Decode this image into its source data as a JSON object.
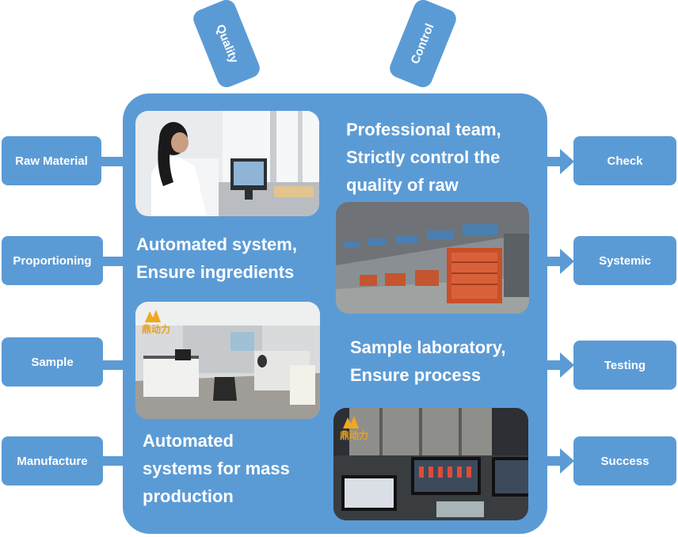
{
  "top_tabs": {
    "left": "Quality",
    "right": "Control"
  },
  "left_items": [
    "Raw Material",
    "Proportioning",
    "Sample",
    "Manufacture"
  ],
  "right_items": [
    "Check",
    "Systemic",
    "Testing",
    "Success"
  ],
  "blocks": {
    "b1": [
      "Professional team,",
      "Strictly control the",
      "quality of raw"
    ],
    "b2": [
      "Automated system,",
      "Ensure ingredients"
    ],
    "b3": [
      "Sample laboratory,",
      "Ensure process"
    ],
    "b4": [
      "Automated",
      "systems for mass",
      "production"
    ]
  },
  "logos": {
    "lab": "鼎动力",
    "control_room": "鼎动力"
  },
  "colors": {
    "accent": "#5b9bd5",
    "text": "#ffffff"
  }
}
